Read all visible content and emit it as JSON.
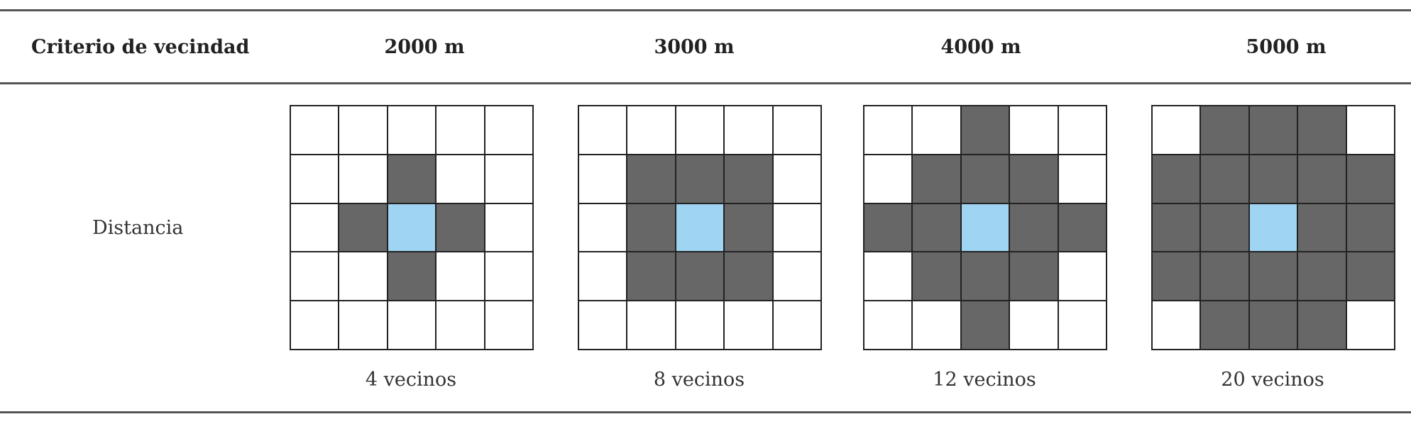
{
  "table": {
    "header": {
      "row_label": "Criterio de vecindad",
      "columns": [
        "2000 m",
        "3000 m",
        "4000 m",
        "5000 m"
      ]
    },
    "row_label": "Distancia",
    "captions": [
      "4 vecinos",
      "8 vecinos",
      "12 vecinos",
      "20 vecinos"
    ],
    "grids": [
      [
        [
          0,
          0,
          0,
          0,
          0
        ],
        [
          0,
          0,
          1,
          0,
          0
        ],
        [
          0,
          1,
          2,
          1,
          0
        ],
        [
          0,
          0,
          1,
          0,
          0
        ],
        [
          0,
          0,
          0,
          0,
          0
        ]
      ],
      [
        [
          0,
          0,
          0,
          0,
          0
        ],
        [
          0,
          1,
          1,
          1,
          0
        ],
        [
          0,
          1,
          2,
          1,
          0
        ],
        [
          0,
          1,
          1,
          1,
          0
        ],
        [
          0,
          0,
          0,
          0,
          0
        ]
      ],
      [
        [
          0,
          0,
          1,
          0,
          0
        ],
        [
          0,
          1,
          1,
          1,
          0
        ],
        [
          1,
          1,
          2,
          1,
          1
        ],
        [
          0,
          1,
          1,
          1,
          0
        ],
        [
          0,
          0,
          1,
          0,
          0
        ]
      ],
      [
        [
          0,
          1,
          1,
          1,
          0
        ],
        [
          1,
          1,
          1,
          1,
          1
        ],
        [
          1,
          1,
          2,
          1,
          1
        ],
        [
          1,
          1,
          1,
          1,
          1
        ],
        [
          0,
          1,
          1,
          1,
          0
        ]
      ]
    ],
    "colors": {
      "neighbor": "#676767",
      "center": "#9fd5f3",
      "empty": "#ffffff",
      "line": "#222222"
    }
  }
}
